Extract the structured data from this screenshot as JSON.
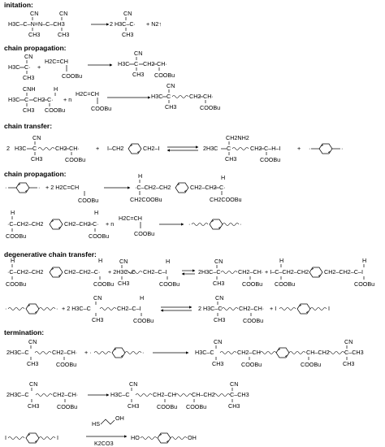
{
  "headings": {
    "initiation": "initation:",
    "chain_propagation_1": "chain propagation:",
    "chain_transfer": "chain transfer:",
    "chain_propagation_2": "chain propagation:",
    "degenerative_chain_transfer": "degenerative chain transfer:",
    "termination": "termination:"
  },
  "labels": {
    "cn": "CN",
    "h3c": "H3C",
    "h3c_n": "H3C–C–N=N–C–CH3",
    "ch3": "CH3",
    "ch2": "CH2",
    "ch2nh2": "CH2NH2",
    "h2c_ch": "H2C=CH",
    "coobu": "COOBu",
    "ch2coobu": "CH2COOBu",
    "h": "H",
    "i": "I",
    "oh": "OH",
    "hs": "HS",
    "k2co3": "K2CO3",
    "two_h3c": "2 H3C–C·",
    "n2": "+ N2↑",
    "plus": "+",
    "plus_n": "+ n",
    "two": "2",
    "two_h2c": "+ 2 H2C=CH",
    "ch2_ch2": "CH2–CH2",
    "ho": "HO",
    "two_h3c_plain": "2H3C",
    "i_ch2": "I–CH2",
    "ch2_i": "CH2–I",
    "c_ch2_c_h": "C–CH2–C–H",
    "c_h": "C–H"
  },
  "colors": {
    "ink": "#000000",
    "background": "#ffffff"
  }
}
